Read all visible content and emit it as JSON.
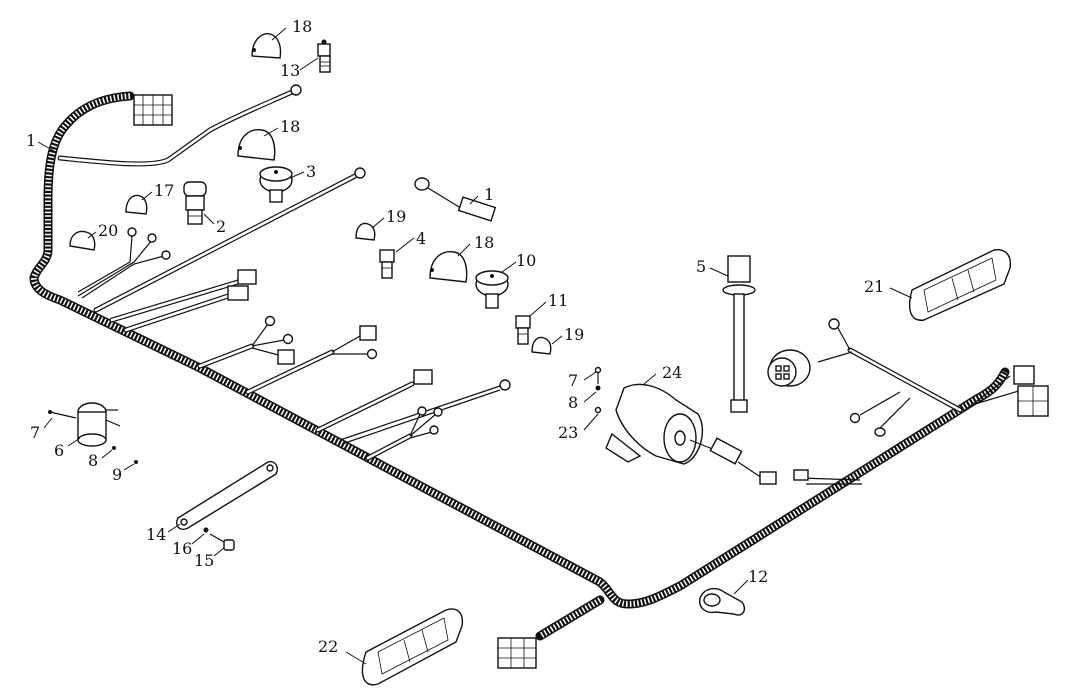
{
  "diagram": {
    "callouts": {
      "n1": "1",
      "n2": "2",
      "n3": "3",
      "n4": "4",
      "n5": "5",
      "n6": "6",
      "n7": "7",
      "n8": "8",
      "n9": "9",
      "n10": "10",
      "n11": "11",
      "n12": "12",
      "n13": "13",
      "n14": "14",
      "n15": "15",
      "n16": "16",
      "n17": "17",
      "n18": "18",
      "n19": "19",
      "n20": "20",
      "n21": "21",
      "n22": "22",
      "n23": "23",
      "n24": "24"
    }
  }
}
